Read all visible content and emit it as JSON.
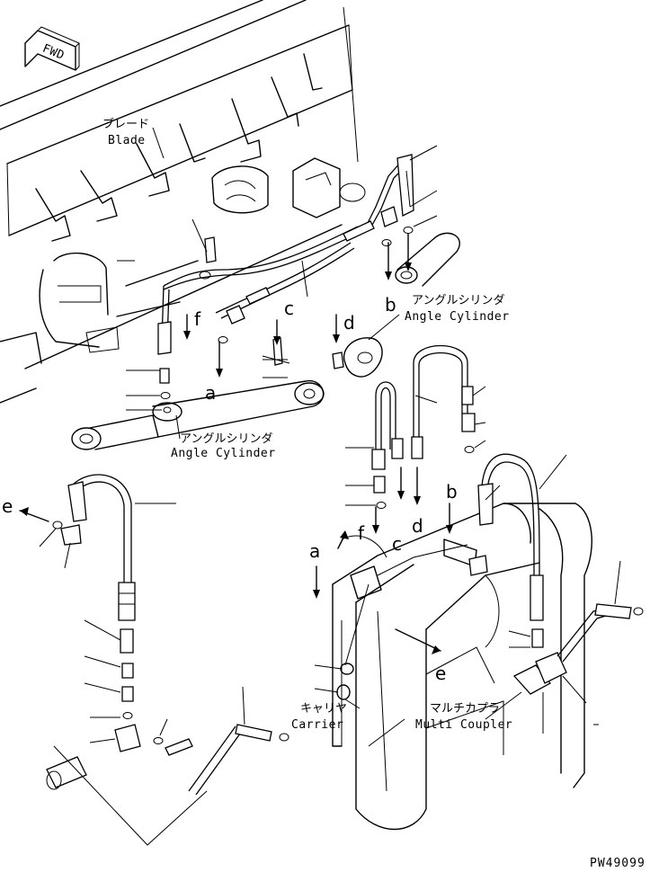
{
  "direction_tag": "FWD",
  "labels": {
    "blade_jp": "ブレード",
    "blade_en": "Blade",
    "angle_cyl_top_jp": "アングルシリンダ",
    "angle_cyl_top_en": "Angle Cylinder",
    "angle_cyl_bot_jp": "アングルシリンダ",
    "angle_cyl_bot_en": "Angle Cylinder",
    "carrier_jp": "キャリヤ",
    "carrier_en": "Carrier",
    "coupler_jp": "マルチカプラ",
    "coupler_en": "Multi Coupler"
  },
  "connection_letters": {
    "a_top": "a",
    "b_top": "b",
    "c_top": "c",
    "d_top": "d",
    "f_top": "f",
    "b_mid": "b",
    "c_mid": "c",
    "d_mid": "d",
    "f_mid": "f",
    "a_mid": "a",
    "e_left": "e",
    "e_bottom": "e"
  },
  "figure_code": "PW49099"
}
